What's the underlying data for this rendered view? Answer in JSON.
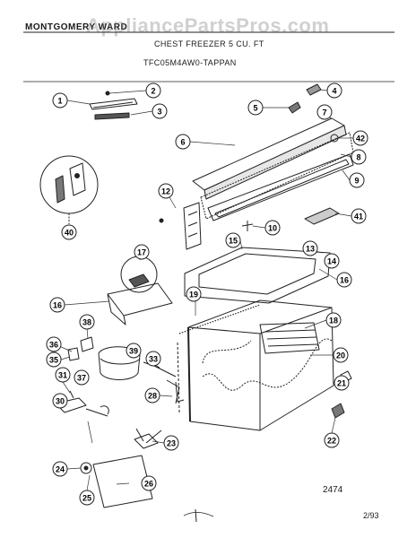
{
  "header": {
    "brand": "MONTGOMERY WARD",
    "title": "CHEST FREEZER 5 CU. FT",
    "model": "TFC05M4AW0-TAPPAN"
  },
  "watermark": "AppliancePartsPros.com",
  "diagram_number": "2474",
  "date_code": "2/93",
  "callouts": [
    "1",
    "2",
    "3",
    "4",
    "5",
    "6",
    "7",
    "8",
    "9",
    "10",
    "12",
    "13",
    "14",
    "15",
    "16",
    "16",
    "17",
    "18",
    "19",
    "20",
    "21",
    "22",
    "23",
    "24",
    "25",
    "26",
    "28",
    "30",
    "31",
    "33",
    "35",
    "36",
    "37",
    "38",
    "39",
    "40",
    "41",
    "42"
  ]
}
